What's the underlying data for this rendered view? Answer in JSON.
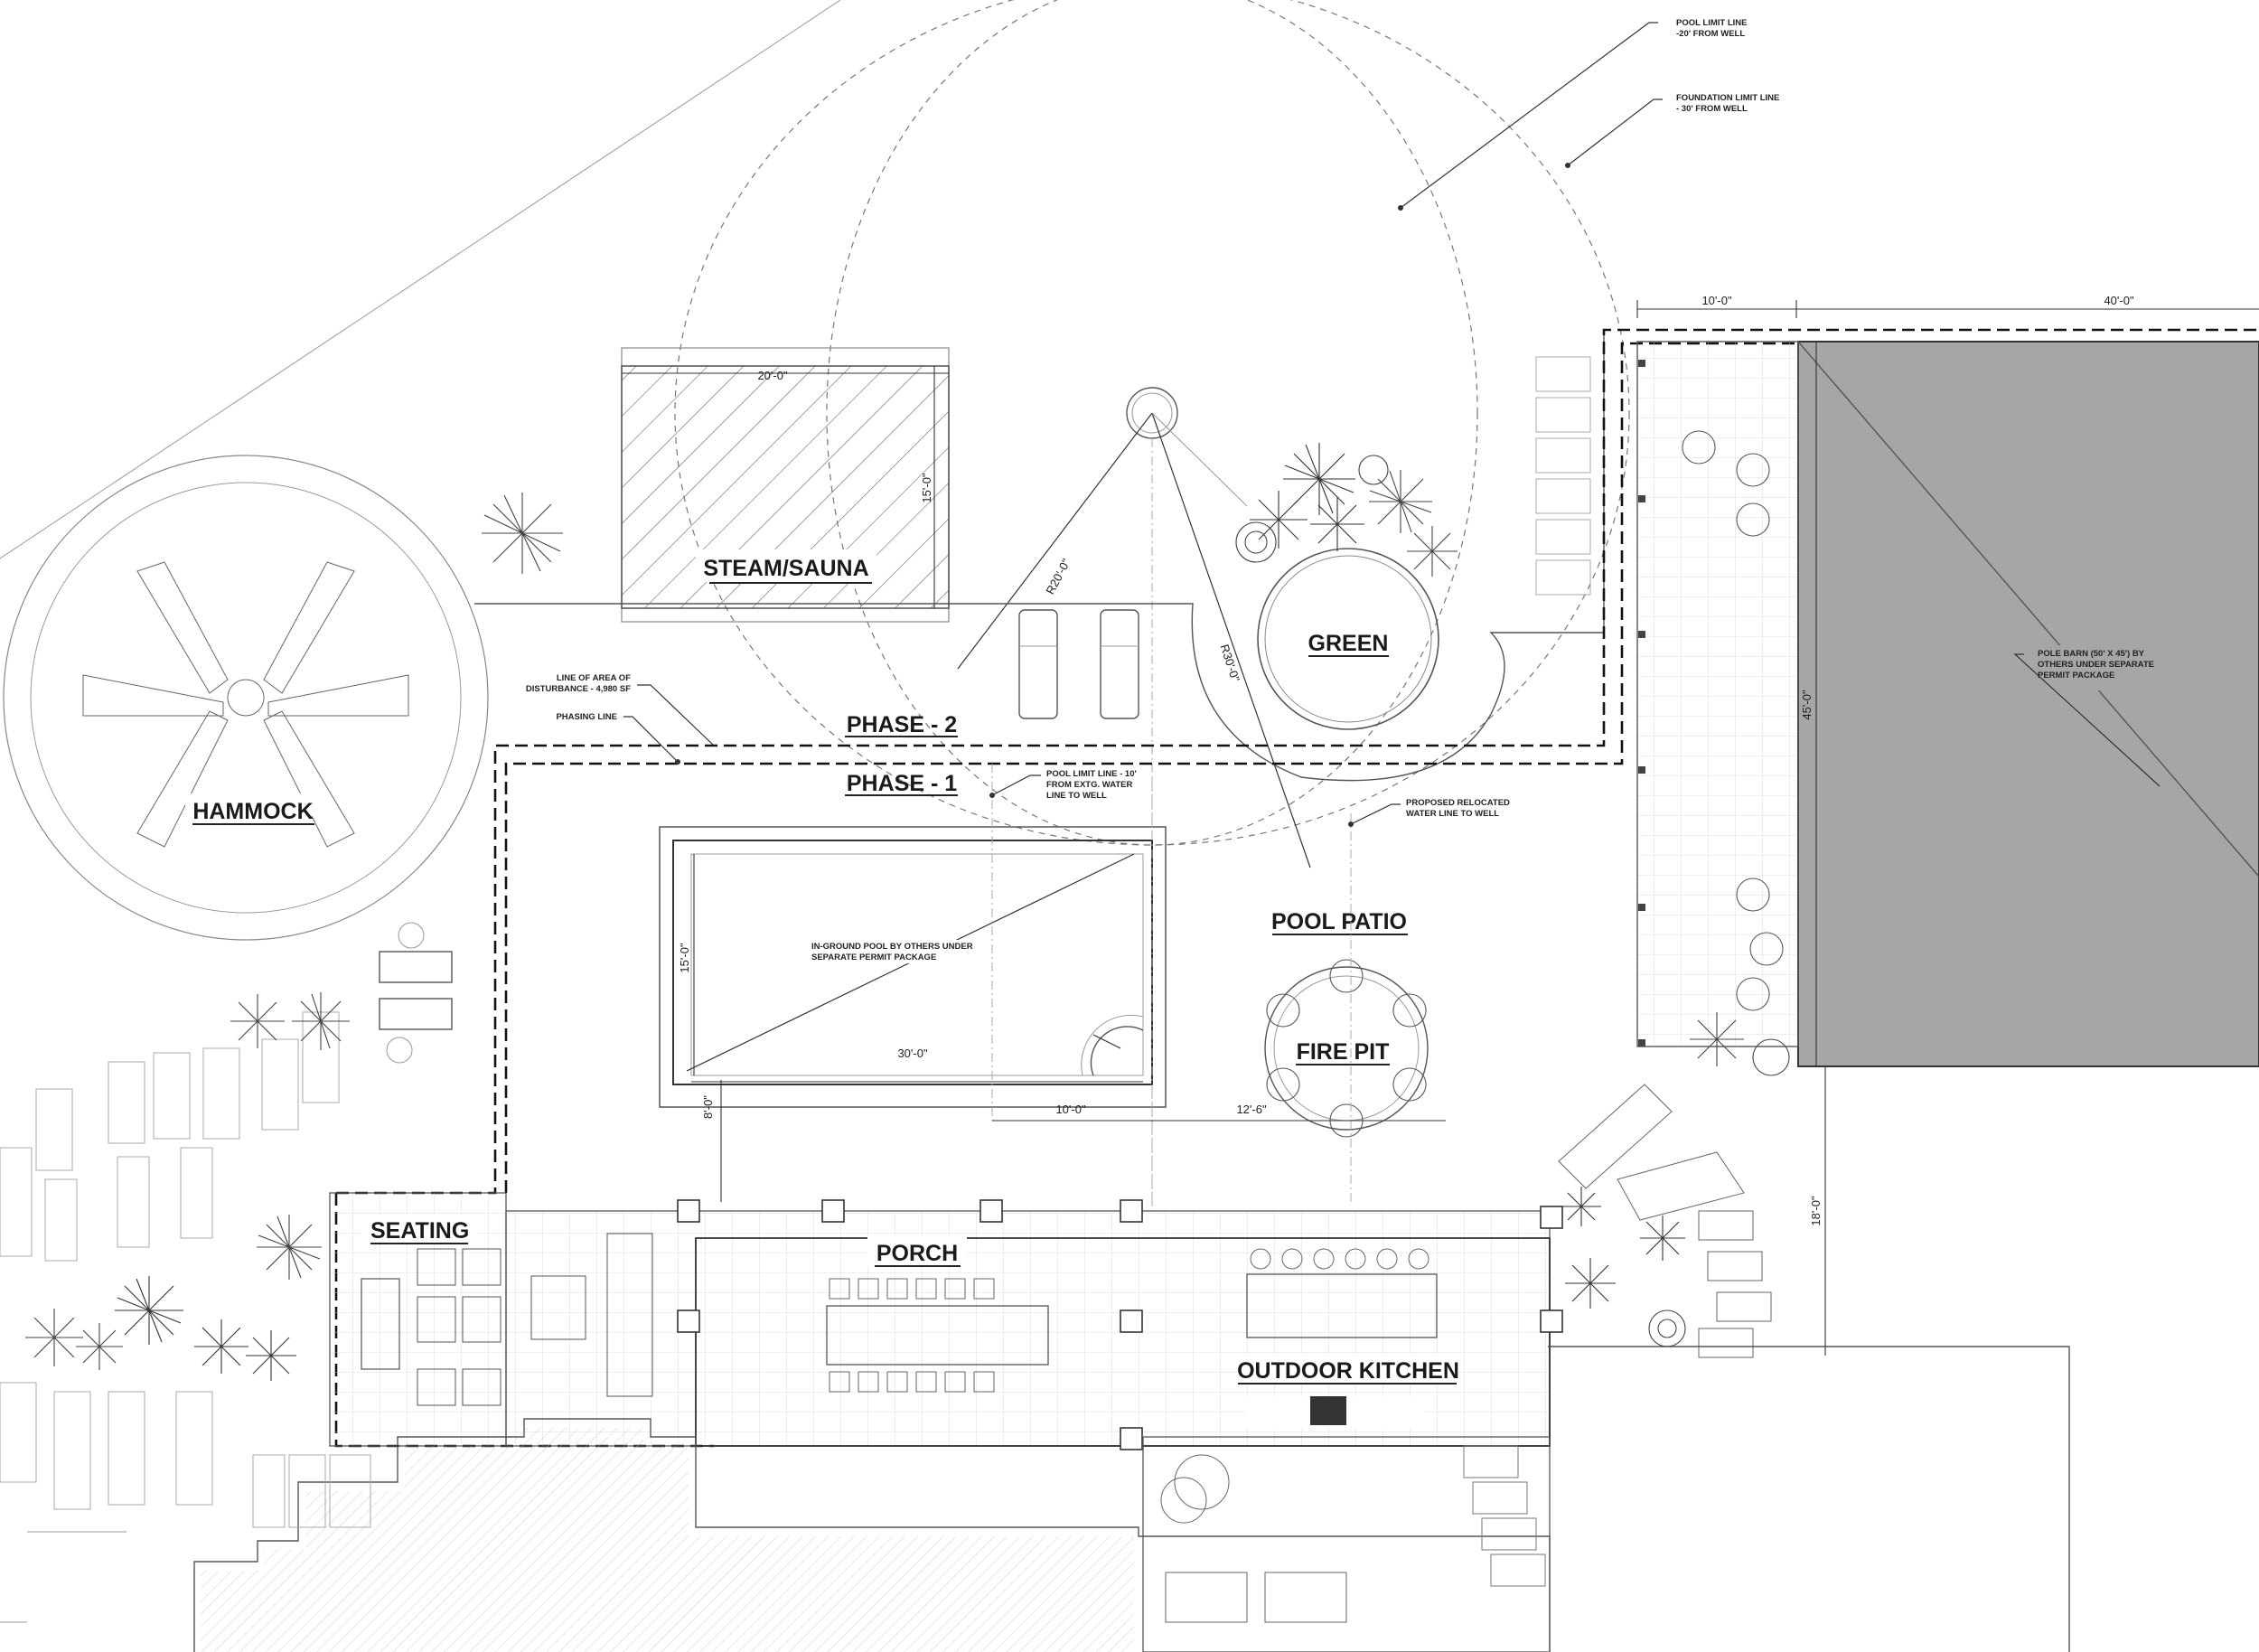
{
  "labels": {
    "steam_sauna": "STEAM/SAUNA",
    "green": "GREEN",
    "hammock": "HAMMOCK",
    "phase2": "PHASE - 2",
    "phase1": "PHASE - 1",
    "pool_patio": "POOL PATIO",
    "fire_pit": "FIRE PIT",
    "seating": "SEATING",
    "porch": "PORCH",
    "outdoor_kitchen": "OUTDOOR KITCHEN"
  },
  "notes": {
    "pool_limit_20_l1": "POOL LIMIT LINE",
    "pool_limit_20_l2": "-20' FROM WELL",
    "foundation_limit_l1": "FOUNDATION LIMIT LINE",
    "foundation_limit_l2": "- 30' FROM WELL",
    "disturbance_l1": "LINE OF AREA OF",
    "disturbance_l2": "DISTURBANCE - 4,980 SF",
    "phasing_line": "PHASING LINE",
    "pool_limit_10_l1": "POOL LIMIT LINE - 10'",
    "pool_limit_10_l2": "FROM EXTG. WATER",
    "pool_limit_10_l3": "LINE TO WELL",
    "relocated_l1": "PROPOSED RELOCATED",
    "relocated_l2": "WATER LINE TO WELL",
    "inground_l1": "IN-GROUND POOL BY OTHERS UNDER",
    "inground_l2": "SEPARATE PERMIT PACKAGE",
    "pole_barn_l1": "POLE BARN (50' X 45') BY",
    "pole_barn_l2": "OTHERS UNDER SEPARATE",
    "pole_barn_l3": "PERMIT PACKAGE"
  },
  "dimensions": {
    "sauna_width": "20'-0\"",
    "sauna_depth": "15'-0\"",
    "radius_20": "R20'-0\"",
    "radius_30": "R30'-0\"",
    "pool_length": "30'-0\"",
    "pool_width": "15'-0\"",
    "pool_to_porch": "8'-0\"",
    "pool_offset": "10'-0\"",
    "firepit_offset": "12'-6\"",
    "barn_setback": "10'-0\"",
    "barn_length": "40'-0\"",
    "barn_depth": "45'-0\"",
    "barn_to_house": "18'-0\""
  },
  "colors": {
    "pole_barn_fill": "#a6a6a6",
    "phasing_line": "#111111"
  }
}
